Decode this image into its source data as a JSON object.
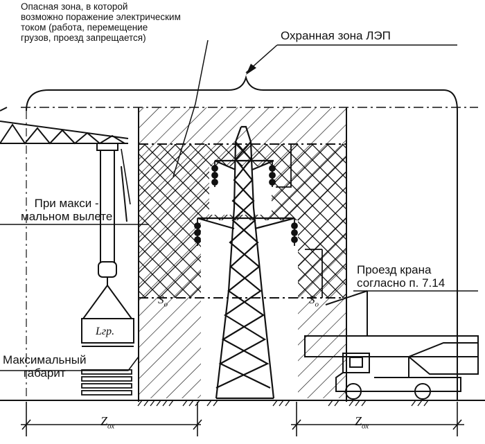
{
  "labels": {
    "danger_zone": [
      "Опасная зона, в которой",
      "возможно поражение электрическим",
      "током (работа, перемещение",
      "грузов, проезд запрещается)"
    ],
    "protection_zone": "Охранная зона ЛЭП",
    "max_reach": [
      "При макси -",
      "мальном вылете"
    ],
    "crane_passage": [
      "Проезд крана",
      "согласно п. 7.14"
    ],
    "max_dimension": [
      "Максимальный",
      "габарит"
    ],
    "load_length": "Lгр.",
    "s_left": "S",
    "s_left_sub": "о",
    "s_right": "S",
    "s_right_sub": "о",
    "z_left": "Z",
    "z_left_sub": "ох",
    "z_right": "Z",
    "z_right_sub": "ох"
  },
  "colors": {
    "ink": "#111111",
    "paper": "#ffffff"
  }
}
